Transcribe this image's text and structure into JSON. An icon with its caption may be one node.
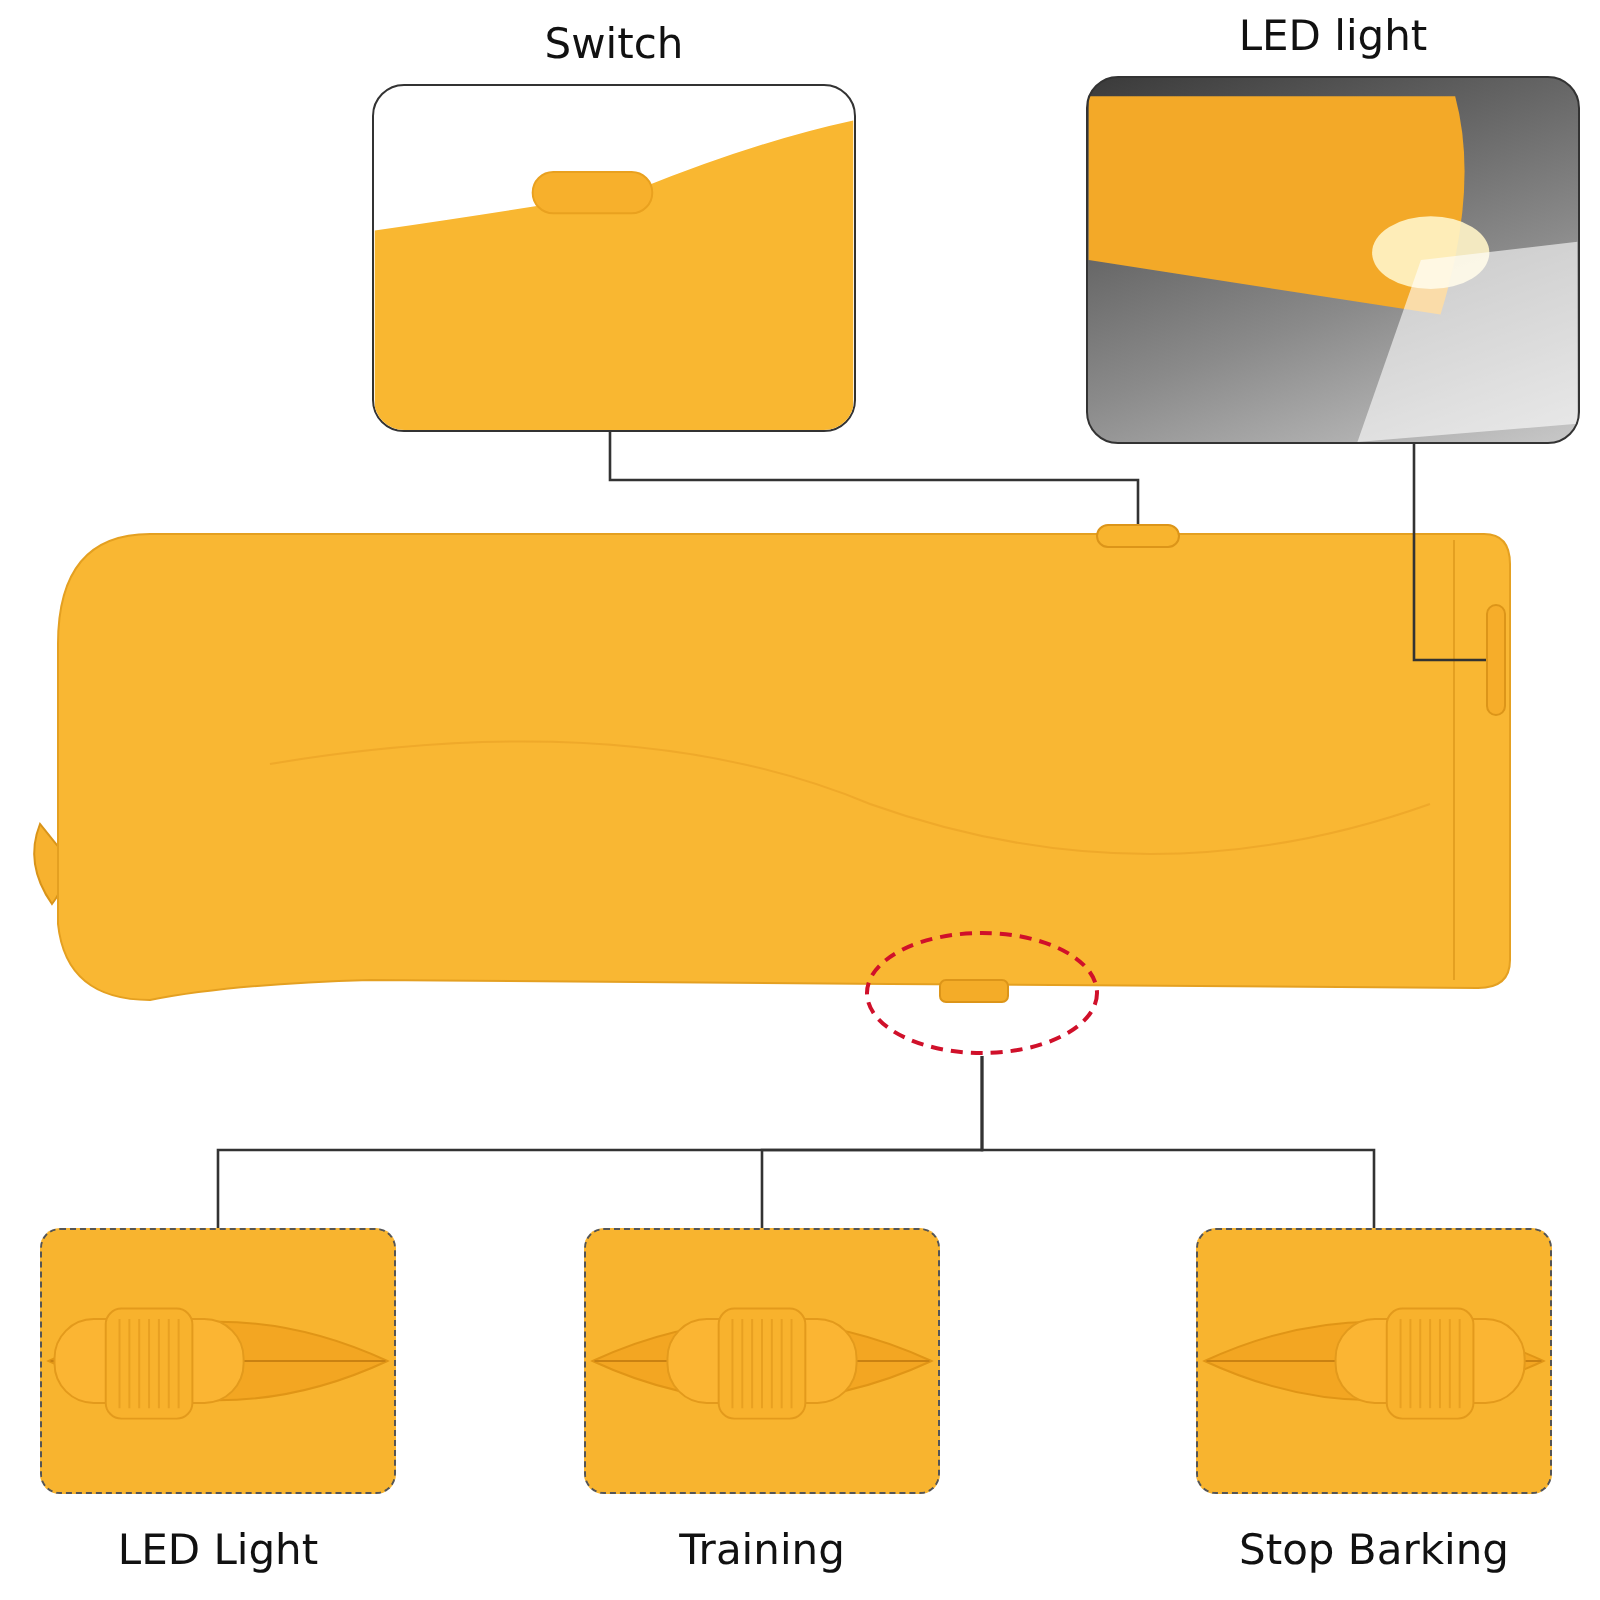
{
  "diagram": {
    "nodes": [
      {
        "text": [
          "Switch"
        ]
      },
      {
        "text": [
          "LED light"
        ]
      },
      {
        "text": [],
        "shape": "picture"
      },
      {
        "text": [],
        "shape": "box",
        "in": 2
      },
      {
        "text": [],
        "shape": "box",
        "in": 2
      },
      {
        "text": [],
        "shape": "circle"
      },
      {
        "text": [
          "LED Light"
        ]
      },
      {
        "text": [
          "Training"
        ]
      },
      {
        "text": [
          "Stop Barking"
        ]
      }
    ],
    "edges": [
      {
        "from": 0,
        "to": 3,
        "arrow": "none"
      },
      {
        "from": 1,
        "to": 4,
        "arrow": "none"
      },
      {
        "from": 5,
        "to": 6,
        "arrow": "none"
      },
      {
        "from": 5,
        "to": 7,
        "arrow": "none"
      },
      {
        "from": 5,
        "to": 8,
        "arrow": "none"
      }
    ]
  }
}
